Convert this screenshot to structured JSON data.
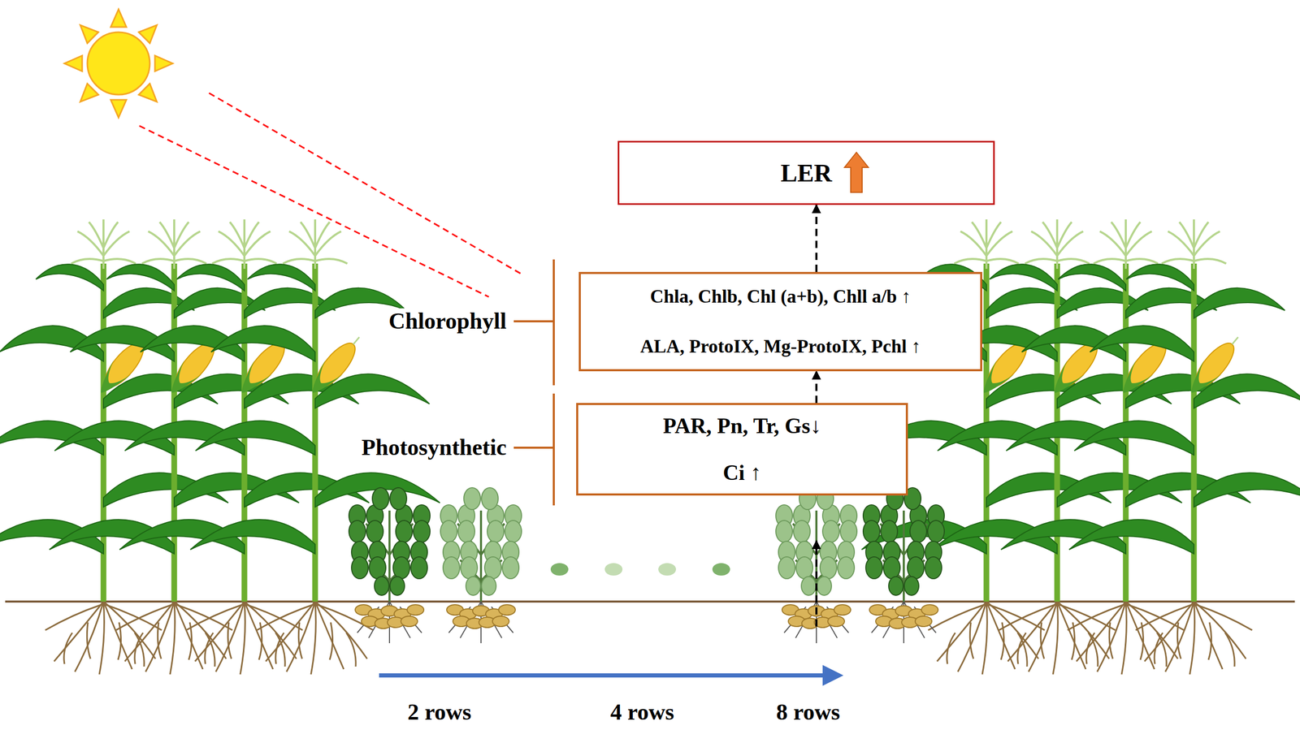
{
  "diagram": {
    "nodes": [
      {
        "text": [
          "LER"
        ]
      },
      {
        "text": [
          "Chla, Chlb, Chl (a+b), Chll a/b ↑",
          "ALA, ProtoIX, Mg-ProtoIX, Pchl ↑"
        ]
      },
      {
        "text": [
          "PAR, Pn, Tr, Gs↓",
          "Ci ↑"
        ]
      }
    ],
    "edges": [
      {
        "from": 2,
        "to": 1,
        "arrow": "to"
      },
      {
        "from": 1,
        "to": 0,
        "arrow": "to"
      }
    ],
    "labels": [
      "Chlorophyll",
      "Photosynthetic",
      "2 rows",
      "4 rows",
      "8 rows"
    ]
  }
}
